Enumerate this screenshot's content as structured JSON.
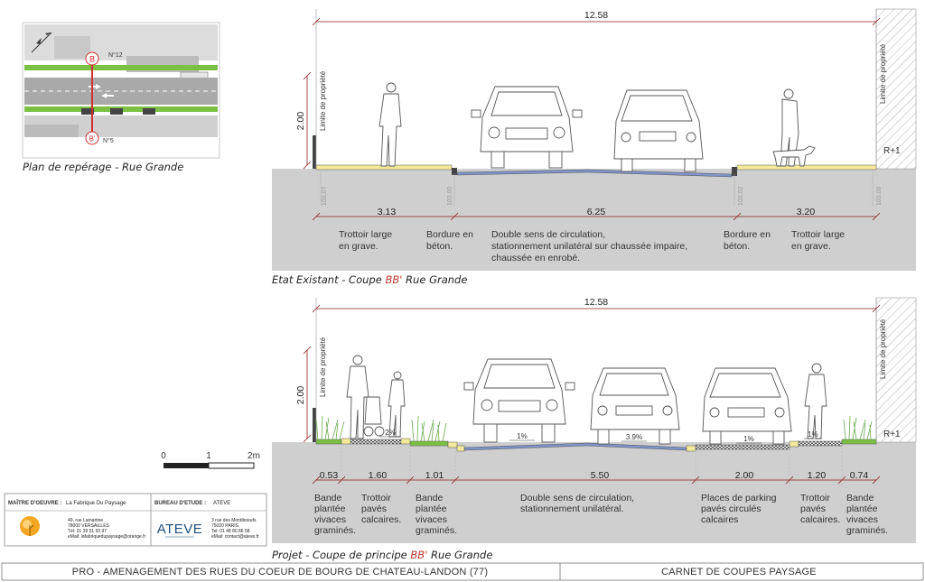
{
  "plan": {
    "caption": "Plan de repérage - Rue Grande",
    "marker_top": "B",
    "marker_bottom": "B'",
    "no_top": "N°12",
    "no_bottom": "N°5"
  },
  "existing": {
    "total_width": "12.58",
    "height": "2.00",
    "property_limit": "Limite de propriété",
    "level": "R+1",
    "elevations": [
      "103.07",
      "103.00",
      "103.02",
      "103.08"
    ],
    "dims": [
      "3.13",
      "6.25",
      "3.20"
    ],
    "descriptions": [
      {
        "lines": [
          "Trottoir large",
          "en grave."
        ]
      },
      {
        "lines": [
          "Bordure en",
          "béton."
        ]
      },
      {
        "lines": [
          "Double sens de circulation,",
          "stationnement unilatéral sur chaussée impaire,",
          "chaussée en enrobé."
        ]
      },
      {
        "lines": [
          "Bordure en",
          "béton."
        ]
      },
      {
        "lines": [
          "Trottoir large",
          "en grave."
        ]
      }
    ],
    "caption_prefix": "Etat Existant - Coupe ",
    "caption_bb": "BB'",
    "caption_suffix": " Rue Grande"
  },
  "project": {
    "total_width": "12.58",
    "height": "2.00",
    "property_limit": "Limite de propriété",
    "level": "R+1",
    "slopes": [
      "2%",
      "1%",
      "3.9%",
      "1%",
      "1%"
    ],
    "dims": [
      "0.53",
      "1.60",
      "1.01",
      "5.50",
      "2.00",
      "1.20",
      "0.74"
    ],
    "descriptions": [
      {
        "lines": [
          "Bande",
          "plantée",
          "vivaces",
          "graminés."
        ]
      },
      {
        "lines": [
          "Trottoir",
          "pavés",
          "calcaires."
        ]
      },
      {
        "lines": [
          "Bande",
          "plantée",
          "vivaces",
          "graminés."
        ]
      },
      {
        "lines": [
          "Double sens de circulation,",
          "stationnement unilatéral."
        ]
      },
      {
        "lines": [
          "Places de parking",
          "pavés circulés",
          "calcaires"
        ]
      },
      {
        "lines": [
          "Trottoir",
          "pavés",
          "calcaires."
        ]
      },
      {
        "lines": [
          "Bande",
          "plantée",
          "vivaces",
          "graminés."
        ]
      }
    ],
    "caption_prefix": "Projet - Coupe de principe ",
    "caption_bb": "BB'",
    "caption_suffix": " Rue Grande"
  },
  "scale": {
    "labels": [
      "0",
      "1",
      "2m"
    ]
  },
  "cartouche": {
    "moa_label": "MAÎTRE D'OEUVRE :",
    "moa_name": "La Fabrique Du Paysage",
    "moa_address": [
      "49, rue Lamartine",
      "78000 VERSAILLES",
      "Tél: 01 39 51 93 97",
      "eMail: lafabriquedupaysage@orange.fr"
    ],
    "be_label": "BUREAU D'ETUDE :",
    "be_name": "ATEVE",
    "be_logo": "ATEVE",
    "be_address": [
      "3 rue des Montiboeufs",
      "75020 PARIS",
      "Tel: 01 48 80 86 58",
      "eMail: contact@ateve.fr"
    ],
    "accent_color": "#f5a623",
    "be_color": "#1f4e79"
  },
  "footer": {
    "left": "PRO -  AMENAGEMENT DES RUES DU COEUR DE BOURG DE CHATEAU-LANDON (77)",
    "right": "CARNET DE COUPES PAYSAGE"
  },
  "colors": {
    "ground": "#cfcfcf",
    "road": "#7f93c8",
    "gravel": "#f4ea9a",
    "dim": "#8b1a1a",
    "green": "#7bc043"
  }
}
